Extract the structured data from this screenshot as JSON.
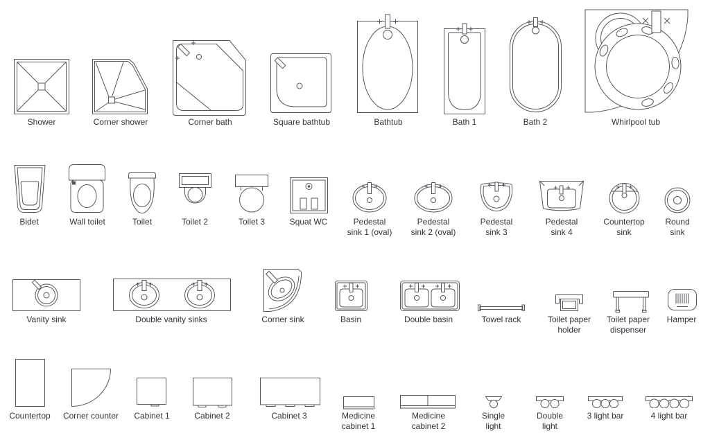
{
  "colors": {
    "stroke": "#55555d",
    "text": "#32323a",
    "background": "#ffffff"
  },
  "items": [
    {
      "name": "shower",
      "label": "Shower"
    },
    {
      "name": "corner-shower",
      "label": "Corner shower"
    },
    {
      "name": "corner-bath",
      "label": "Corner bath"
    },
    {
      "name": "square-bathtub",
      "label": "Square bathtub"
    },
    {
      "name": "bathtub",
      "label": "Bathtub"
    },
    {
      "name": "bath-1",
      "label": "Bath 1"
    },
    {
      "name": "bath-2",
      "label": "Bath 2"
    },
    {
      "name": "whirlpool-tub",
      "label": "Whirlpool tub"
    },
    {
      "name": "bidet",
      "label": "Bidet"
    },
    {
      "name": "wall-toilet",
      "label": "Wall toilet"
    },
    {
      "name": "toilet",
      "label": "Toilet"
    },
    {
      "name": "toilet-2",
      "label": "Toilet 2"
    },
    {
      "name": "toilet-3",
      "label": "Toilet 3"
    },
    {
      "name": "squat-wc",
      "label": "Squat WC"
    },
    {
      "name": "pedestal-sink-1",
      "label": "Pedestal\nsink 1 (oval)"
    },
    {
      "name": "pedestal-sink-2",
      "label": "Pedestal\nsink 2 (oval)"
    },
    {
      "name": "pedestal-sink-3",
      "label": "Pedestal\nsink 3"
    },
    {
      "name": "pedestal-sink-4",
      "label": "Pedestal\nsink 4"
    },
    {
      "name": "countertop-sink",
      "label": "Countertop\nsink"
    },
    {
      "name": "round-sink",
      "label": "Round\nsink"
    },
    {
      "name": "vanity-sink",
      "label": "Vanity sink"
    },
    {
      "name": "double-vanity-sinks",
      "label": "Double vanity sinks"
    },
    {
      "name": "corner-sink",
      "label": "Corner sink"
    },
    {
      "name": "basin",
      "label": "Basin"
    },
    {
      "name": "double-basin",
      "label": "Double basin"
    },
    {
      "name": "towel-rack",
      "label": "Towel rack"
    },
    {
      "name": "toilet-paper-holder",
      "label": "Toilet paper\nholder"
    },
    {
      "name": "toilet-paper-dispenser",
      "label": "Toilet paper\ndispenser"
    },
    {
      "name": "hamper",
      "label": "Hamper"
    },
    {
      "name": "countertop",
      "label": "Countertop"
    },
    {
      "name": "corner-counter",
      "label": "Corner counter"
    },
    {
      "name": "cabinet-1",
      "label": "Cabinet 1"
    },
    {
      "name": "cabinet-2",
      "label": "Cabinet 2"
    },
    {
      "name": "cabinet-3",
      "label": "Cabinet 3"
    },
    {
      "name": "medicine-cabinet-1",
      "label": "Medicine\ncabinet 1"
    },
    {
      "name": "medicine-cabinet-2",
      "label": "Medicine\ncabinet 2"
    },
    {
      "name": "single-light",
      "label": "Single\nlight"
    },
    {
      "name": "double-light",
      "label": "Double\nlight"
    },
    {
      "name": "three-light-bar",
      "label": "3 light bar"
    },
    {
      "name": "four-light-bar",
      "label": "4 light bar"
    }
  ]
}
